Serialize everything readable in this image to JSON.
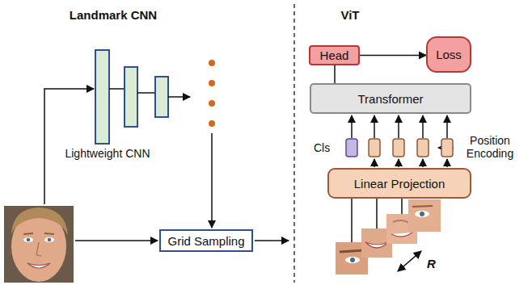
{
  "diagram": {
    "nodes": [
      {
        "text": [
          "Head"
        ]
      },
      {
        "text": [
          "Loss"
        ]
      },
      {
        "text": [
          "Transformer"
        ]
      },
      {
        "text": [
          "Linear Projection"
        ]
      },
      {
        "text": [
          "Grid Sampling"
        ]
      }
    ],
    "edges": [
      {
        "from": 2,
        "to": 0,
        "arrow": "none"
      },
      {
        "from": 0,
        "to": 1,
        "arrow": "to"
      }
    ],
    "labels": [
      "Landmark CNN",
      "ViT",
      "Lightweight CNN",
      "Cls",
      "Position Encoding",
      "R"
    ]
  }
}
